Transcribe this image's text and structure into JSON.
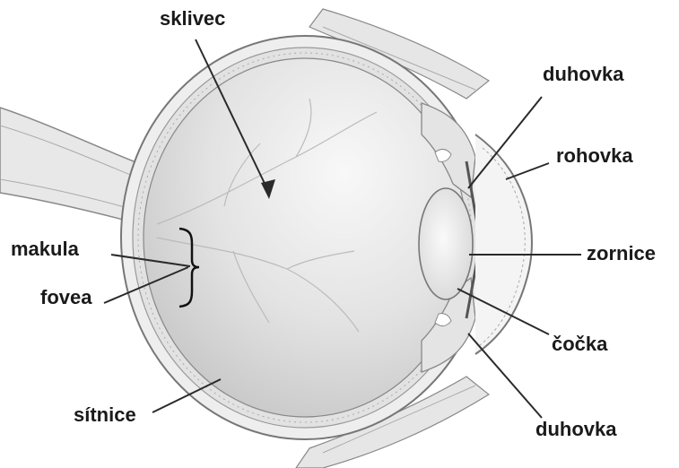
{
  "diagram": {
    "labels": {
      "sklivec": "sklivec",
      "duhovka_top": "duhovka",
      "rohovka": "rohovka",
      "zornice": "zornice",
      "cocka": "čočka",
      "duhovka_bottom": "duhovka",
      "makula": "makula",
      "fovea": "fovea",
      "sitnice": "sítnice"
    },
    "colors": {
      "line": "#2a2a2a",
      "outline": "#777777",
      "text": "#1a1a1a"
    }
  }
}
